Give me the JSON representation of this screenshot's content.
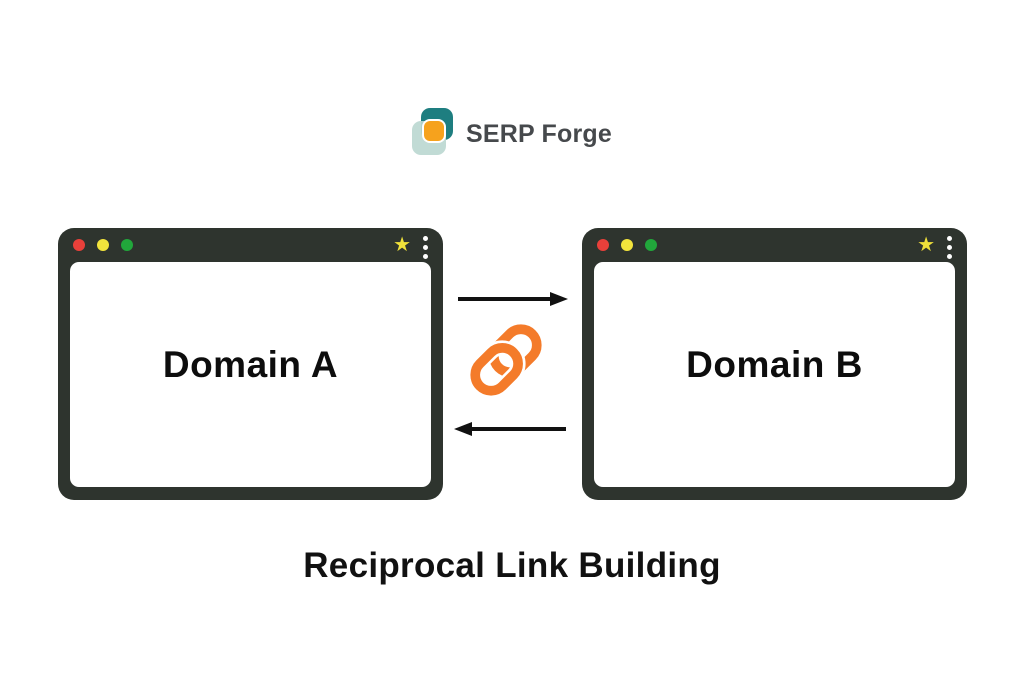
{
  "page": {
    "background_color": "#ffffff",
    "caption": "Reciprocal Link Building"
  },
  "logo": {
    "text": "SERP Forge",
    "text_color": "#46494c",
    "mark_colors": {
      "back_square": "#1e7e80",
      "front_square": "#bcd8d1",
      "accent_square": "#f6a21d"
    }
  },
  "window_chrome": {
    "frame_color": "#2e342e",
    "content_color": "#ffffff",
    "traffic_lights": [
      {
        "name": "close",
        "color": "#e8403a"
      },
      {
        "name": "minimize",
        "color": "#f2e43c"
      },
      {
        "name": "maximize",
        "color": "#21a73b"
      }
    ],
    "star_glyph": "★",
    "star_color": "#f0e13a",
    "menu_dots_color": "#ffffff"
  },
  "windows": [
    {
      "label": "Domain A"
    },
    {
      "label": "Domain B"
    }
  ],
  "connection": {
    "top_arrow_direction": "left-to-right",
    "bottom_arrow_direction": "right-to-left",
    "arrow_color": "#111111",
    "link_icon": "chain-link",
    "link_icon_color": "#f47b2a"
  }
}
